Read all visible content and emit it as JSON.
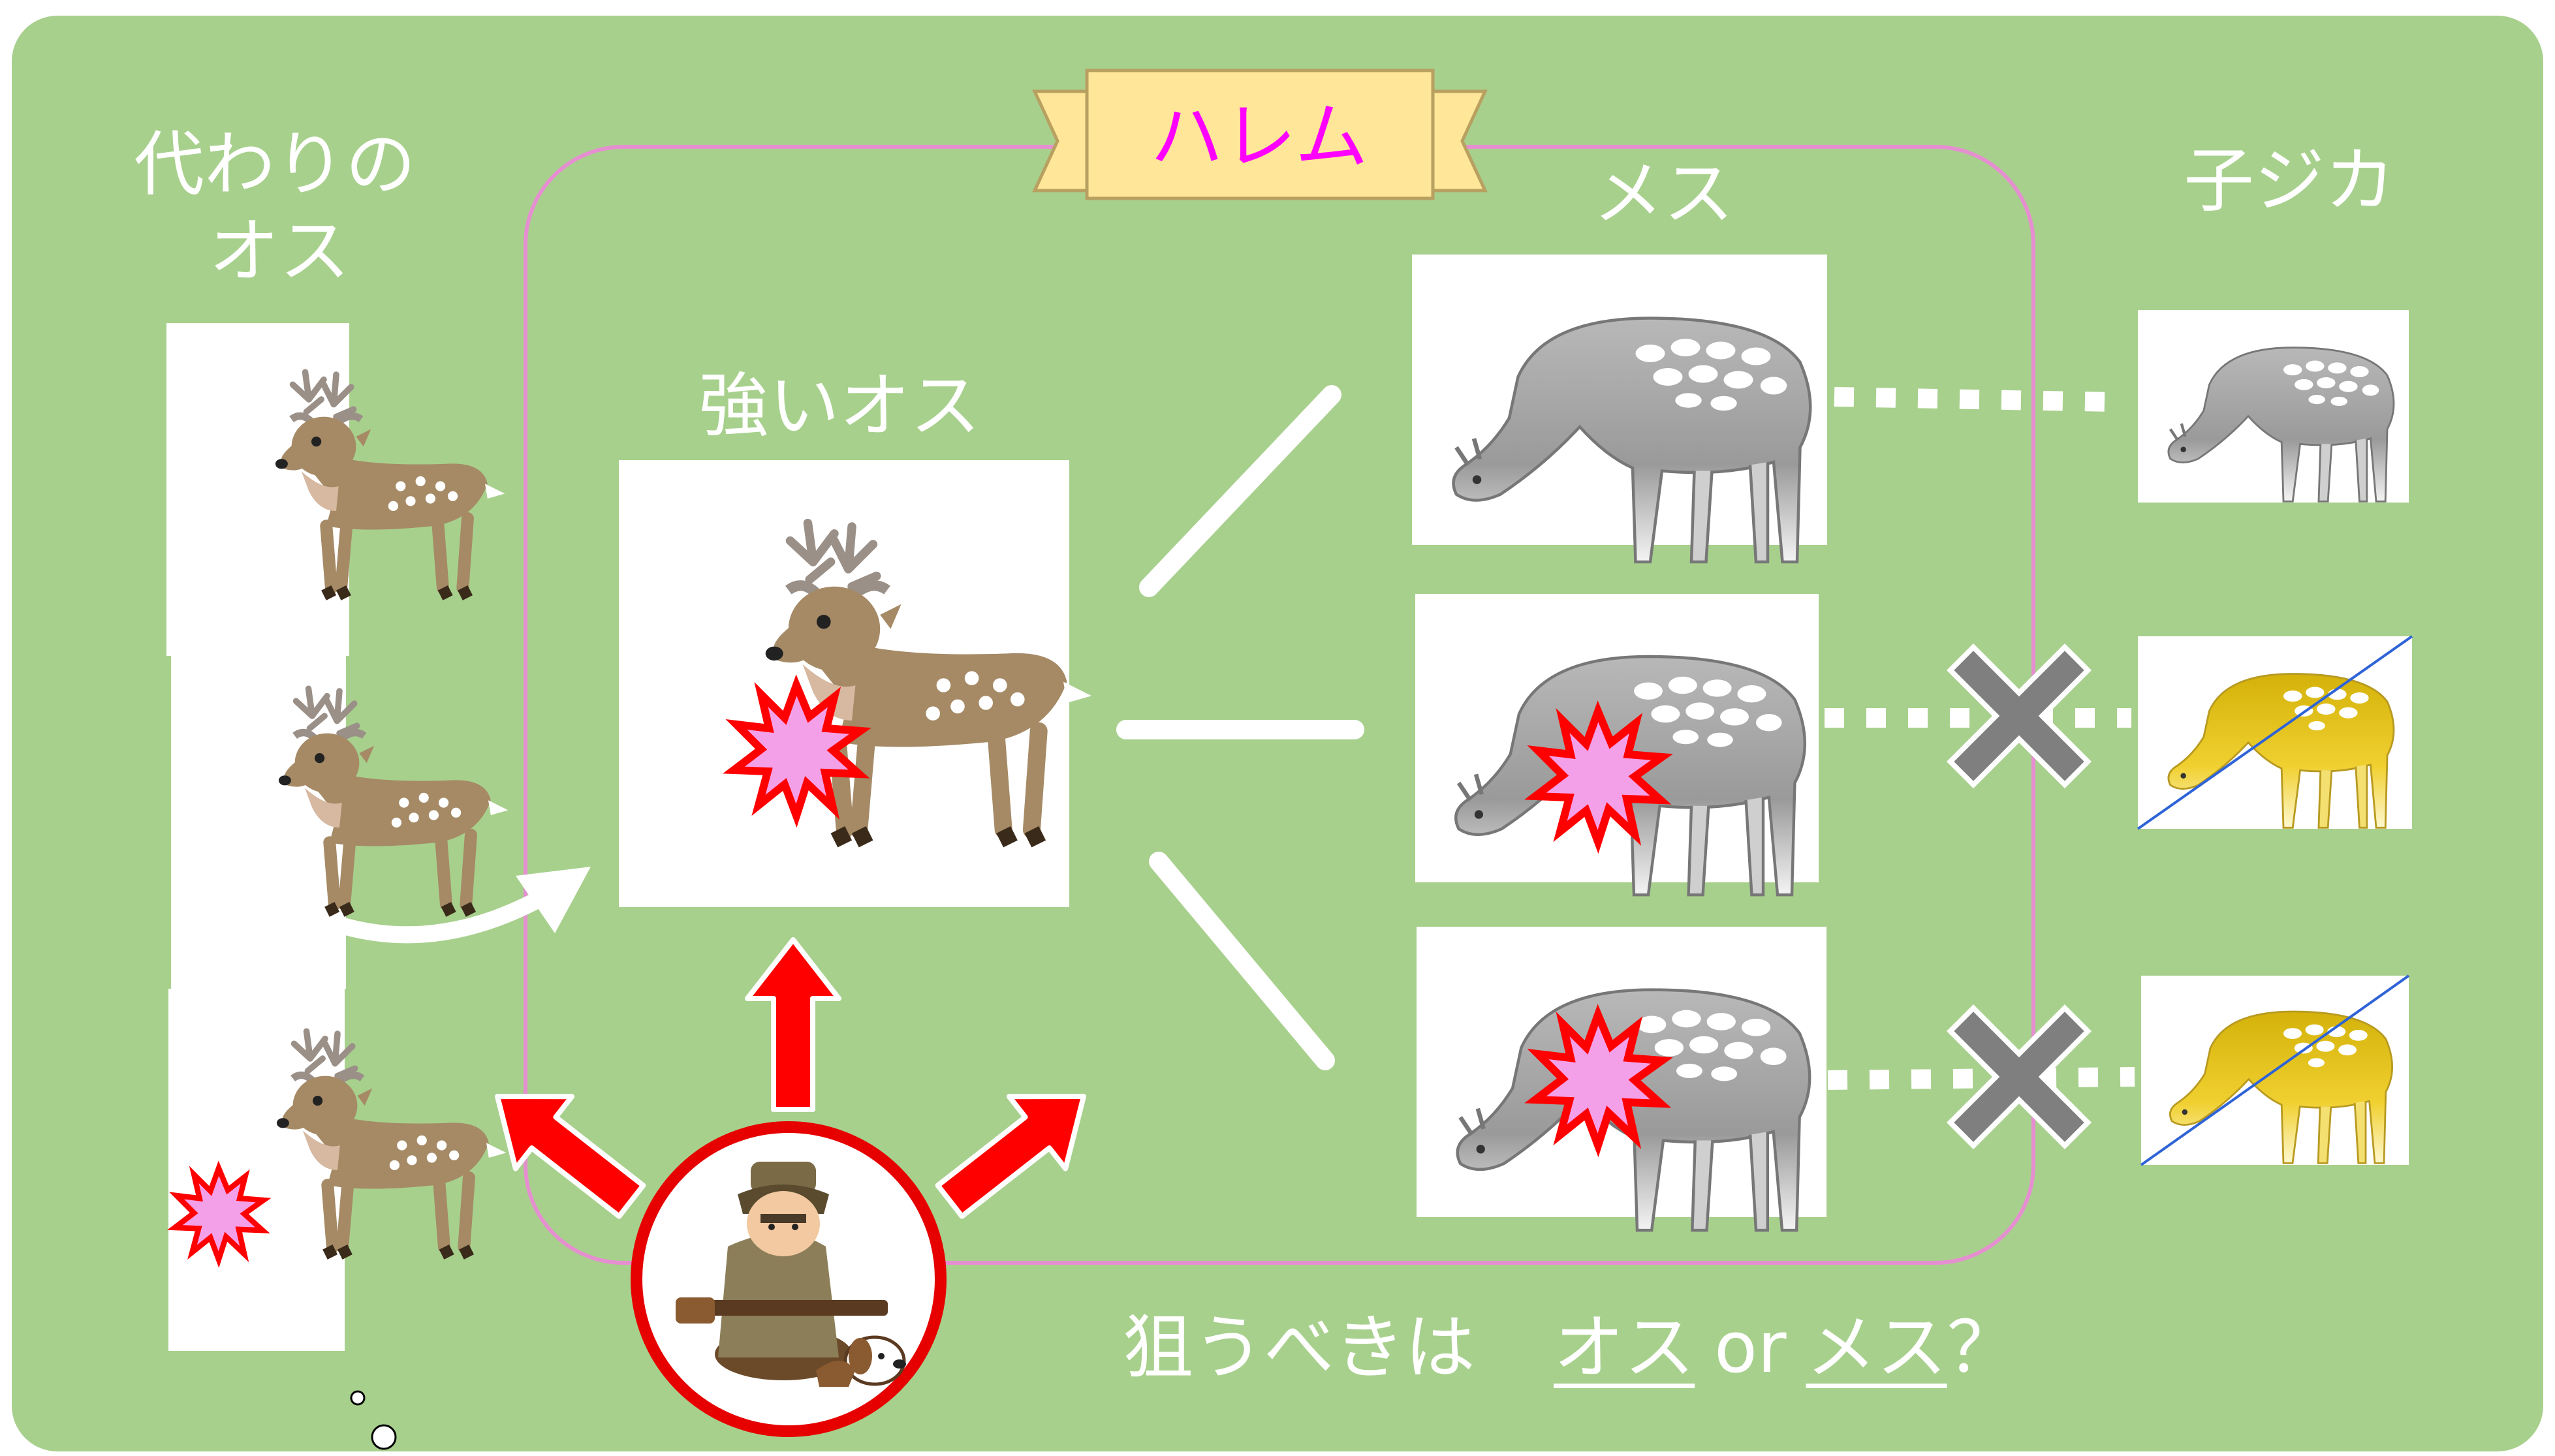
{
  "title": "ハレム",
  "labels": {
    "replacement_male_line1": "代わりの",
    "replacement_male_line2": "オス",
    "strong_male": "強いオス",
    "female": "メス",
    "fawn": "子ジカ"
  },
  "question": {
    "prefix": "狙うべきは",
    "option1": "オス",
    "connector": "or",
    "option2": "メス",
    "suffix": "？"
  },
  "colors": {
    "background": "#a8d08d",
    "harem_border": "#e58fd0",
    "title_text": "#ff00ff",
    "banner": "#ffe699",
    "arrow_red": "#ff0000",
    "burst_fill": "#f4a0e8",
    "cross_gray": "#7f7f7f"
  },
  "icons": {
    "male_deer": "antlered-stag-icon",
    "female_deer": "grey-doe-icon",
    "fawn": "fawn-icon",
    "hunter": "hunter-with-rifle-and-dog-icon",
    "hit": "red-burst-icon",
    "blocked": "cross-icon"
  }
}
